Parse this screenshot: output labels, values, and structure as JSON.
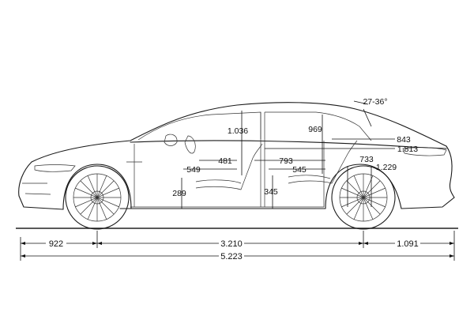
{
  "dimensions": {
    "front_overhang": "922",
    "wheelbase": "3.210",
    "rear_overhang": "1.091",
    "overall_length": "5.223",
    "front_headroom": "1.036",
    "rear_headroom": "969",
    "tailgate_angle": "27-36°",
    "rear_shoulder": "843",
    "trunk_length": "1.813",
    "rear_legroom_depth": "733",
    "rear_height": "1.229",
    "front_seat_depth": "481",
    "front_seat_depth_lower": "549",
    "rear_seat_depth": "793",
    "rear_seat_depth_lower": "545",
    "front_seat_height": "289",
    "rear_seat_height": "345"
  }
}
